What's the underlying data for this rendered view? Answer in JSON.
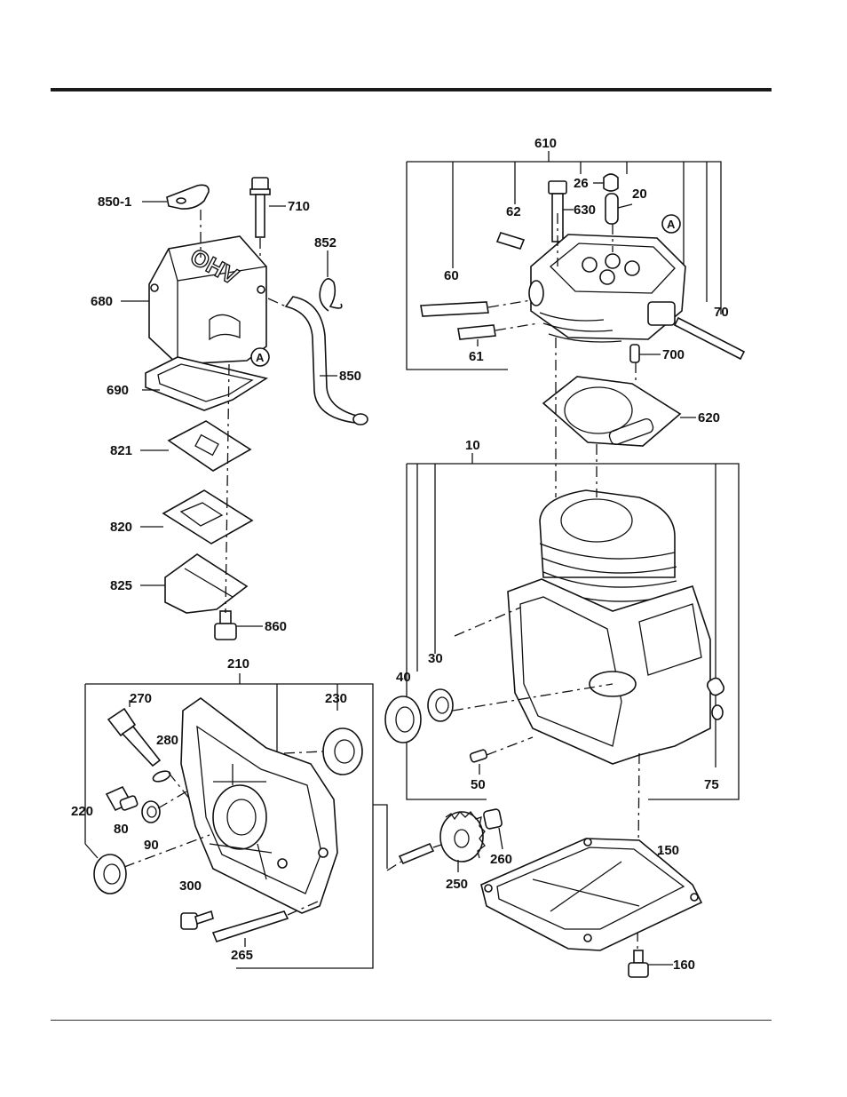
{
  "diagram": {
    "cover_text": "OHV",
    "ref_mark": "A",
    "labels": {
      "p850_1": "850-1",
      "p710": "710",
      "p852": "852",
      "p680": "680",
      "p850": "850",
      "p690": "690",
      "p821": "821",
      "p820": "820",
      "p825": "825",
      "p860": "860",
      "p610": "610",
      "p26": "26",
      "p20": "20",
      "p62": "62",
      "p630": "630",
      "p60": "60",
      "p70": "70",
      "p61": "61",
      "p700": "700",
      "p620": "620",
      "p10": "10",
      "p40": "40",
      "p30": "30",
      "p50": "50",
      "p75": "75",
      "p210": "210",
      "p270": "270",
      "p230": "230",
      "p280": "280",
      "p220": "220",
      "p80": "80",
      "p90": "90",
      "p300": "300",
      "p265": "265",
      "p260": "260",
      "p250": "250",
      "p150": "150",
      "p160": "160"
    }
  }
}
